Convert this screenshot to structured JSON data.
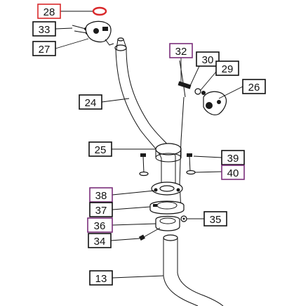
{
  "colors": {
    "default_border": "#111111",
    "highlight_red": "#d9292b",
    "highlight_purple": "#7b2f7b",
    "line": "#111111"
  },
  "callouts": [
    {
      "id": "c28",
      "label": "28",
      "highlight": "red"
    },
    {
      "id": "c33",
      "label": "33",
      "highlight": "none"
    },
    {
      "id": "c27",
      "label": "27",
      "highlight": "none"
    },
    {
      "id": "c32",
      "label": "32",
      "highlight": "purple"
    },
    {
      "id": "c30",
      "label": "30",
      "highlight": "none"
    },
    {
      "id": "c29",
      "label": "29",
      "highlight": "none"
    },
    {
      "id": "c26",
      "label": "26",
      "highlight": "none"
    },
    {
      "id": "c24",
      "label": "24",
      "highlight": "none"
    },
    {
      "id": "c25",
      "label": "25",
      "highlight": "none"
    },
    {
      "id": "c39",
      "label": "39",
      "highlight": "none"
    },
    {
      "id": "c40",
      "label": "40",
      "highlight": "purple"
    },
    {
      "id": "c38",
      "label": "38",
      "highlight": "purple"
    },
    {
      "id": "c37",
      "label": "37",
      "highlight": "none"
    },
    {
      "id": "c36",
      "label": "36",
      "highlight": "purple"
    },
    {
      "id": "c35",
      "label": "35",
      "highlight": "none"
    },
    {
      "id": "c34",
      "label": "34",
      "highlight": "none"
    },
    {
      "id": "c13",
      "label": "13",
      "highlight": "none"
    }
  ]
}
